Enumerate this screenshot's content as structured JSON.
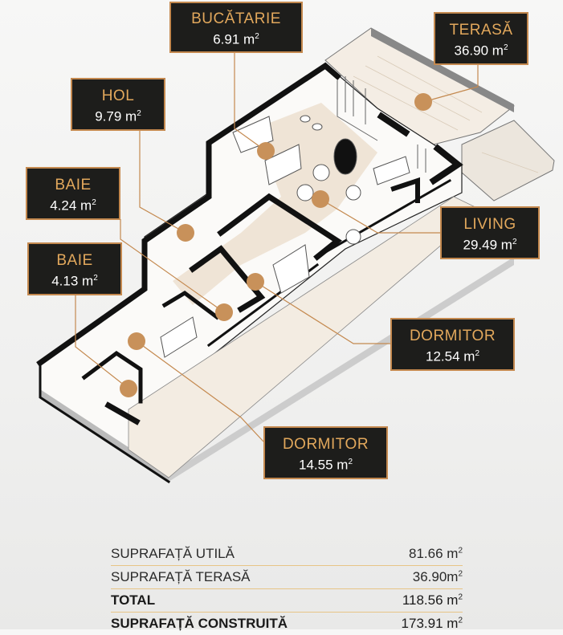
{
  "rooms": [
    {
      "id": "bucatarie",
      "name": "BUCĂTARIE",
      "area": "6.91 m",
      "unit_sup": "2"
    },
    {
      "id": "terasa",
      "name": "TERASĂ",
      "area": "36.90 m",
      "unit_sup": "2"
    },
    {
      "id": "hol",
      "name": "HOL",
      "area": "9.79 m",
      "unit_sup": "2"
    },
    {
      "id": "baie1",
      "name": "BAIE",
      "area": "4.24 m",
      "unit_sup": "2"
    },
    {
      "id": "baie2",
      "name": "BAIE",
      "area": "4.13 m",
      "unit_sup": "2"
    },
    {
      "id": "living",
      "name": "LIVING",
      "area": "29.49 m",
      "unit_sup": "2"
    },
    {
      "id": "dormitor1",
      "name": "DORMITOR",
      "area": "12.54 m",
      "unit_sup": "2"
    },
    {
      "id": "dormitor2",
      "name": "DORMITOR",
      "area": "14.55 m",
      "unit_sup": "2"
    }
  ],
  "summary": [
    {
      "label": "SUPRAFAȚĂ UTILĂ",
      "value": "81.66 m",
      "unit_sup": "2",
      "bold": false
    },
    {
      "label": "SUPRAFAȚĂ TERASĂ",
      "value": "36.90m",
      "unit_sup": "2",
      "bold": false
    },
    {
      "label": "TOTAL",
      "value": "118.56 m",
      "unit_sup": "2",
      "bold": true
    },
    {
      "label": "SUPRAFAȚĂ CONSTRUITĂ",
      "value": "173.91 m",
      "unit_sup": "2",
      "bold": true
    }
  ],
  "colors": {
    "accent": "#c4894f",
    "label_bg": "#1d1d1b",
    "label_name": "#e2a85c",
    "wall": "#111111",
    "marker": "#c8915a"
  }
}
